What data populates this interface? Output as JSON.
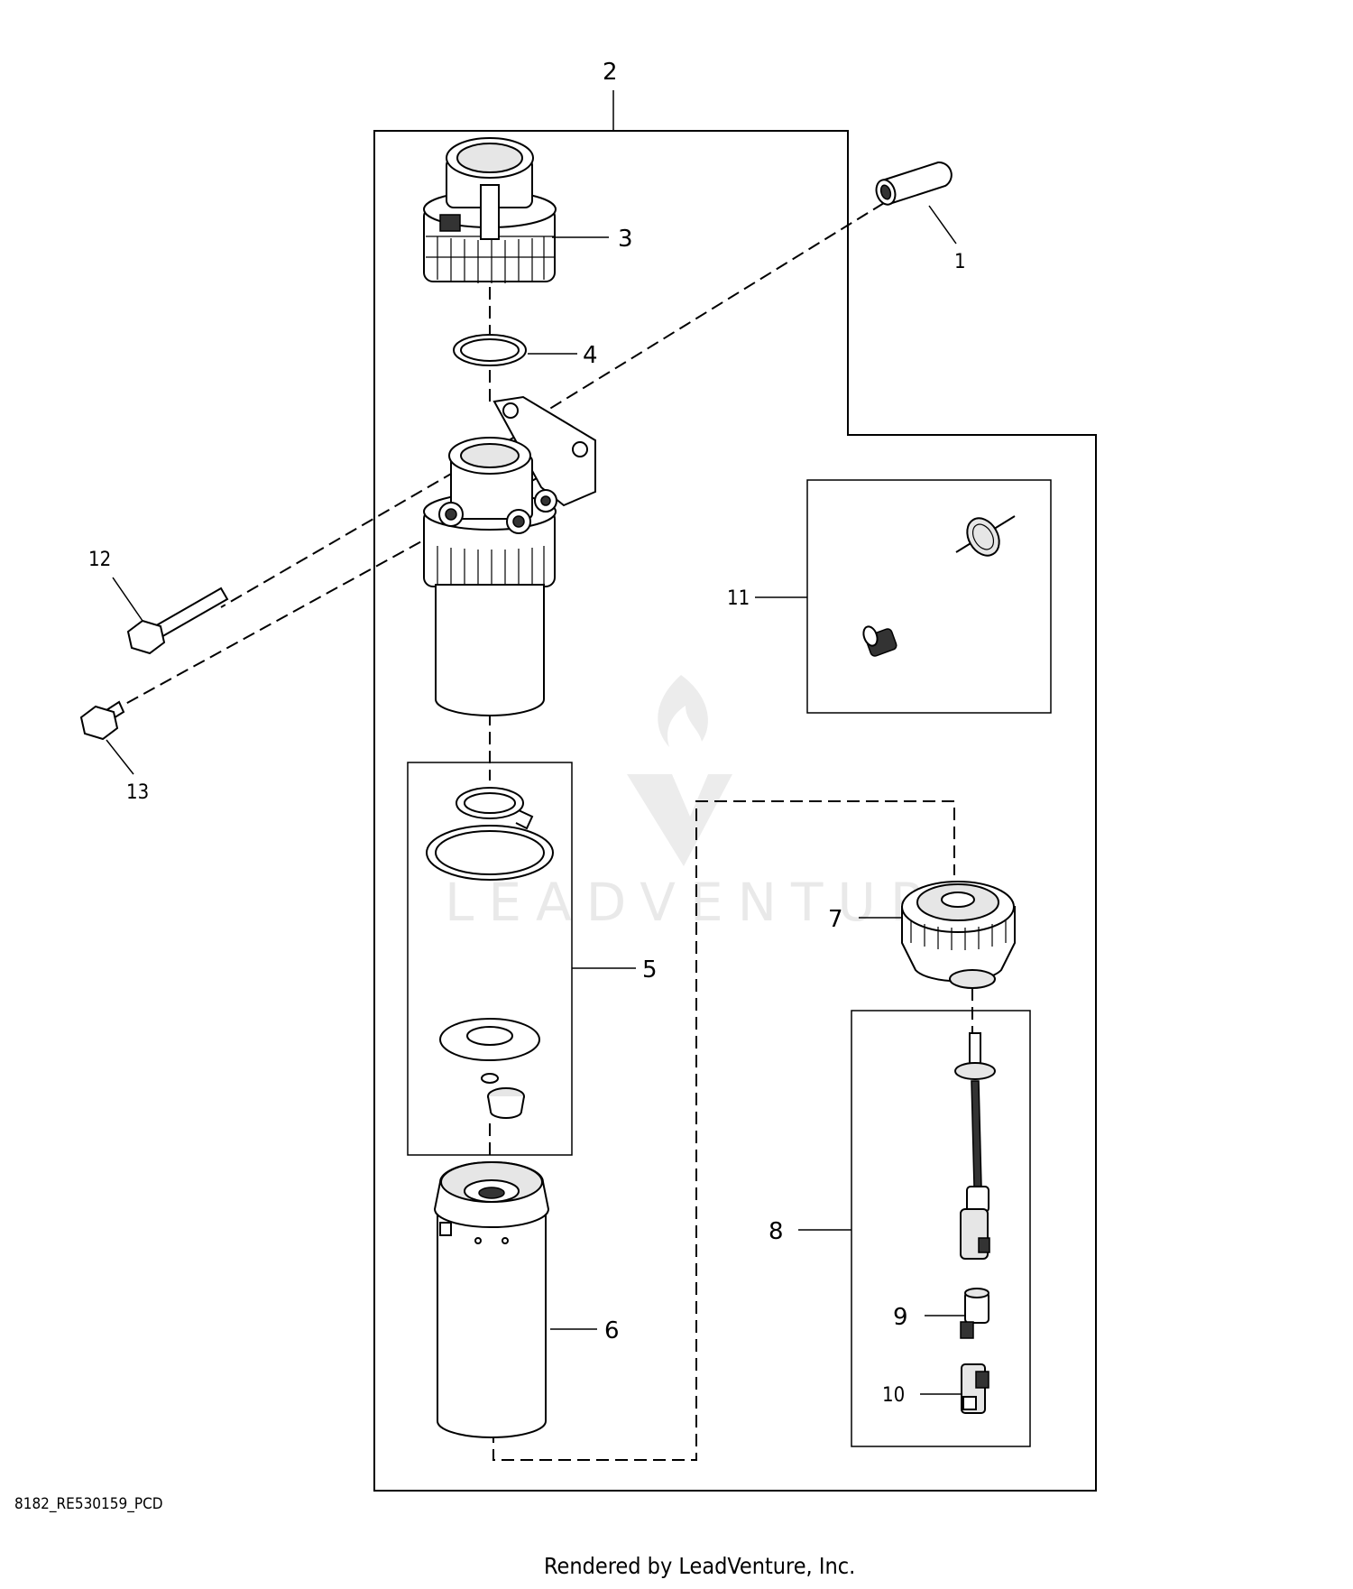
{
  "callouts": {
    "c1": "1",
    "c2": "2",
    "c3": "3",
    "c4": "4",
    "c5": "5",
    "c6": "6",
    "c7": "7",
    "c8": "8",
    "c9": "9",
    "c10": "10",
    "c11": "11",
    "c12": "12",
    "c13": "13"
  },
  "watermark": {
    "text": "LEADVENTURE"
  },
  "document_id": "8182_RE530159_PCD",
  "footer": "Rendered by LeadVenture, Inc."
}
